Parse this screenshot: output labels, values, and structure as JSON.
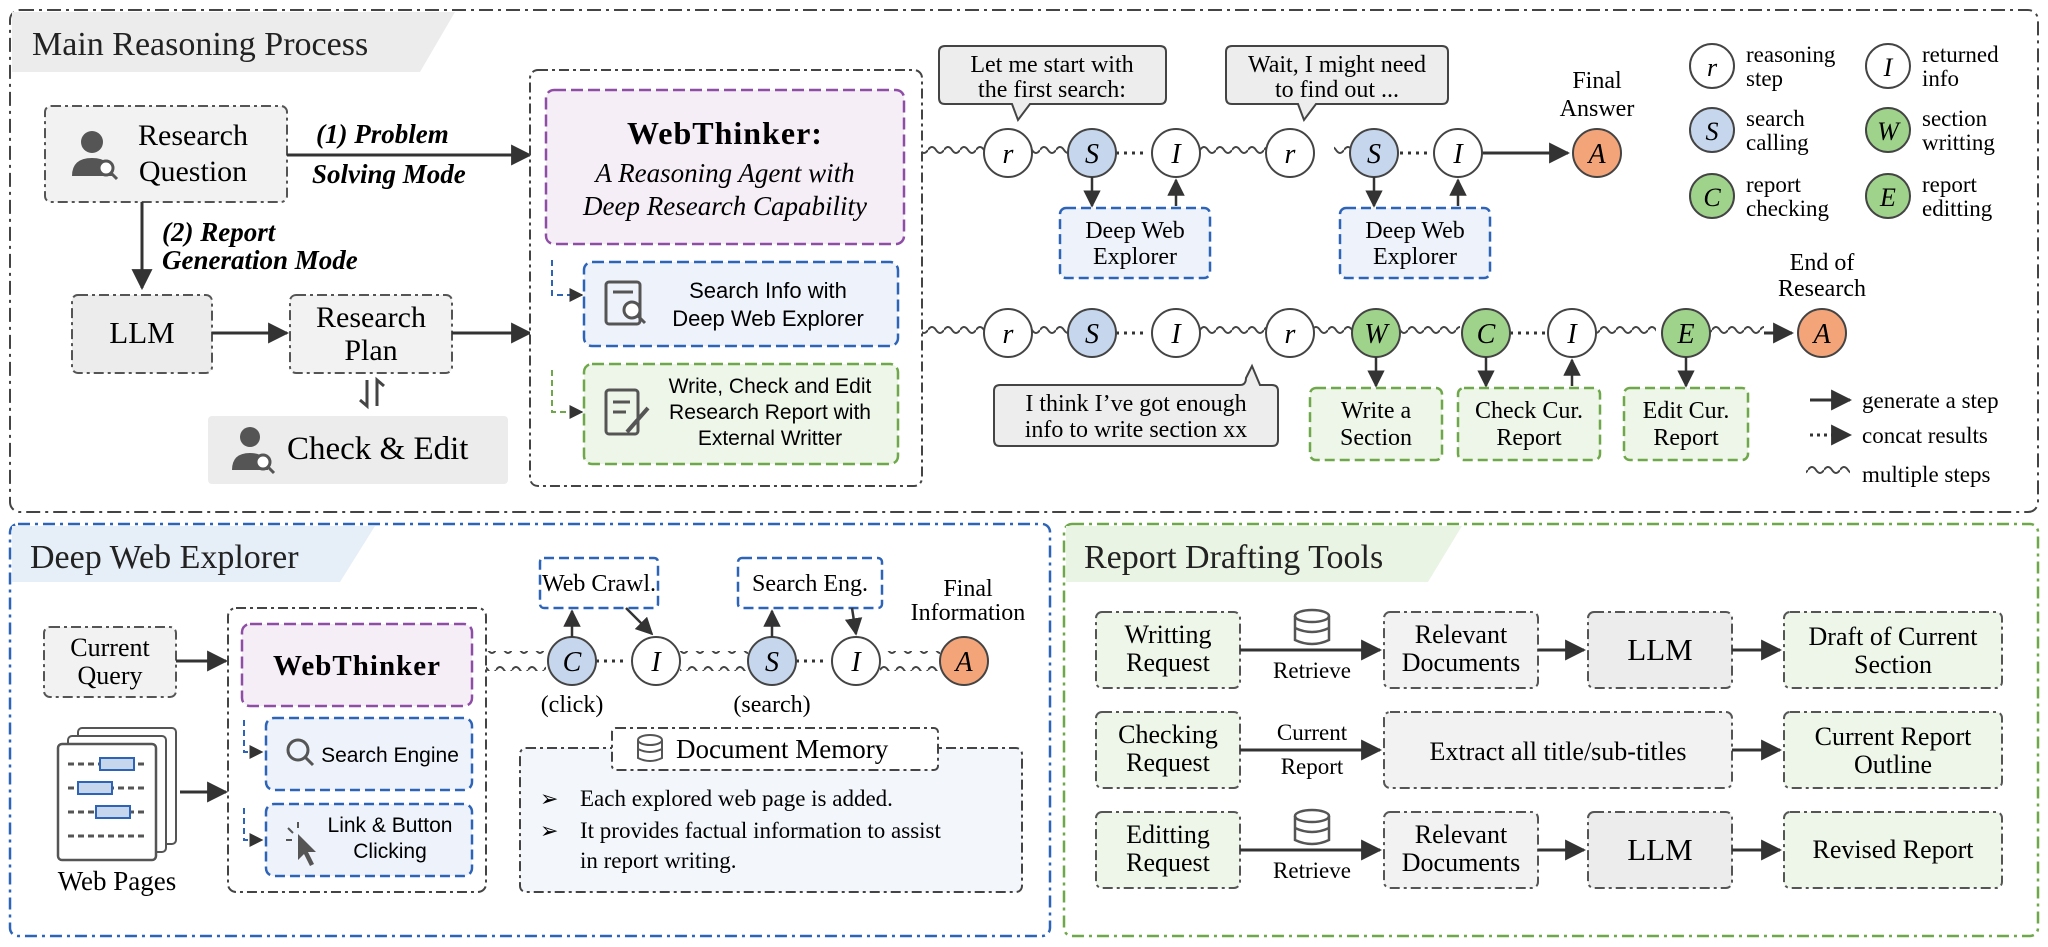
{
  "main": {
    "title": "Main Reasoning Process",
    "research_question": [
      "Research",
      "Question"
    ],
    "mode1": [
      "(1) Problem",
      "Solving Mode"
    ],
    "mode2": [
      "(2) Report",
      "Generation Mode"
    ],
    "llm": "LLM",
    "research_plan": [
      "Research",
      "Plan"
    ],
    "check_edit": "Check & Edit",
    "webthinker_title": "WebThinker:",
    "webthinker_sub": [
      "A Reasoning Agent with",
      "Deep Research Capability"
    ],
    "search_tool": [
      "Search Info with",
      "Deep Web Explorer"
    ],
    "write_tool": [
      "Write, Check and Edit",
      "Research Report with",
      "External Writter"
    ],
    "bubble1": [
      "Let me start with",
      "the first search:"
    ],
    "bubble2": [
      "Wait, I might need",
      "to find out ..."
    ],
    "bubble3": [
      "I think I’ve got enough",
      "info to write section xx"
    ],
    "final_answer": [
      "Final",
      "Answer"
    ],
    "end_research": [
      "End of",
      "Research"
    ],
    "dwe_box": [
      "Deep Web",
      "Explorer"
    ],
    "write_section": [
      "Write a",
      "Section"
    ],
    "check_report": [
      "Check Cur.",
      "Report"
    ],
    "edit_report": [
      "Edit Cur.",
      "Report"
    ]
  },
  "nodes": {
    "r": "r",
    "s": "S",
    "i": "I",
    "a": "A",
    "w": "W",
    "c": "C",
    "e": "E"
  },
  "legend": {
    "reasoning": [
      "reasoning",
      "step"
    ],
    "returned": [
      "returned",
      "info"
    ],
    "search": [
      "search",
      "calling"
    ],
    "section": [
      "section",
      "writting"
    ],
    "checking": [
      "report",
      "checking"
    ],
    "editing": [
      "report",
      "editting"
    ],
    "generate": "generate a step",
    "concat": "concat results",
    "multiple": "multiple steps"
  },
  "dwe": {
    "title": "Deep Web Explorer",
    "current_query": [
      "Current",
      "Query"
    ],
    "web_pages": "Web Pages",
    "webthinker": "WebThinker",
    "search_engine": "Search Engine",
    "link_click": [
      "Link & Button",
      "Clicking"
    ],
    "web_crawl": "Web Crawl.",
    "search_eng": "Search Eng.",
    "final_info": [
      "Final",
      "Information"
    ],
    "click": "(click)",
    "search": "(search)",
    "memory_title": "Document Memory",
    "memory_items": [
      "Each explored web page is added.",
      "It provides factual information to assist",
      "in report writing."
    ]
  },
  "rdt": {
    "title": "Report Drafting Tools",
    "writing_request": [
      "Writting",
      "Request"
    ],
    "checking_request": [
      "Checking",
      "Request"
    ],
    "editing_request": [
      "Editting",
      "Request"
    ],
    "retrieve": "Retrieve",
    "current_report": [
      "Current",
      "Report"
    ],
    "relevant_docs": [
      "Relevant",
      "Documents"
    ],
    "llm": "LLM",
    "draft": [
      "Draft of Current",
      "Section"
    ],
    "extract": "Extract all title/sub-titles",
    "outline": [
      "Current Report",
      "Outline"
    ],
    "revised": "Revised Report"
  },
  "colors": {
    "blue_fill": "#c6d6ec",
    "green_fill": "#9fd28a",
    "orange_fill": "#f4a479",
    "purple": "#8e4ea6",
    "blue_dash": "#2e64b8",
    "green_dash": "#6fa84a"
  }
}
